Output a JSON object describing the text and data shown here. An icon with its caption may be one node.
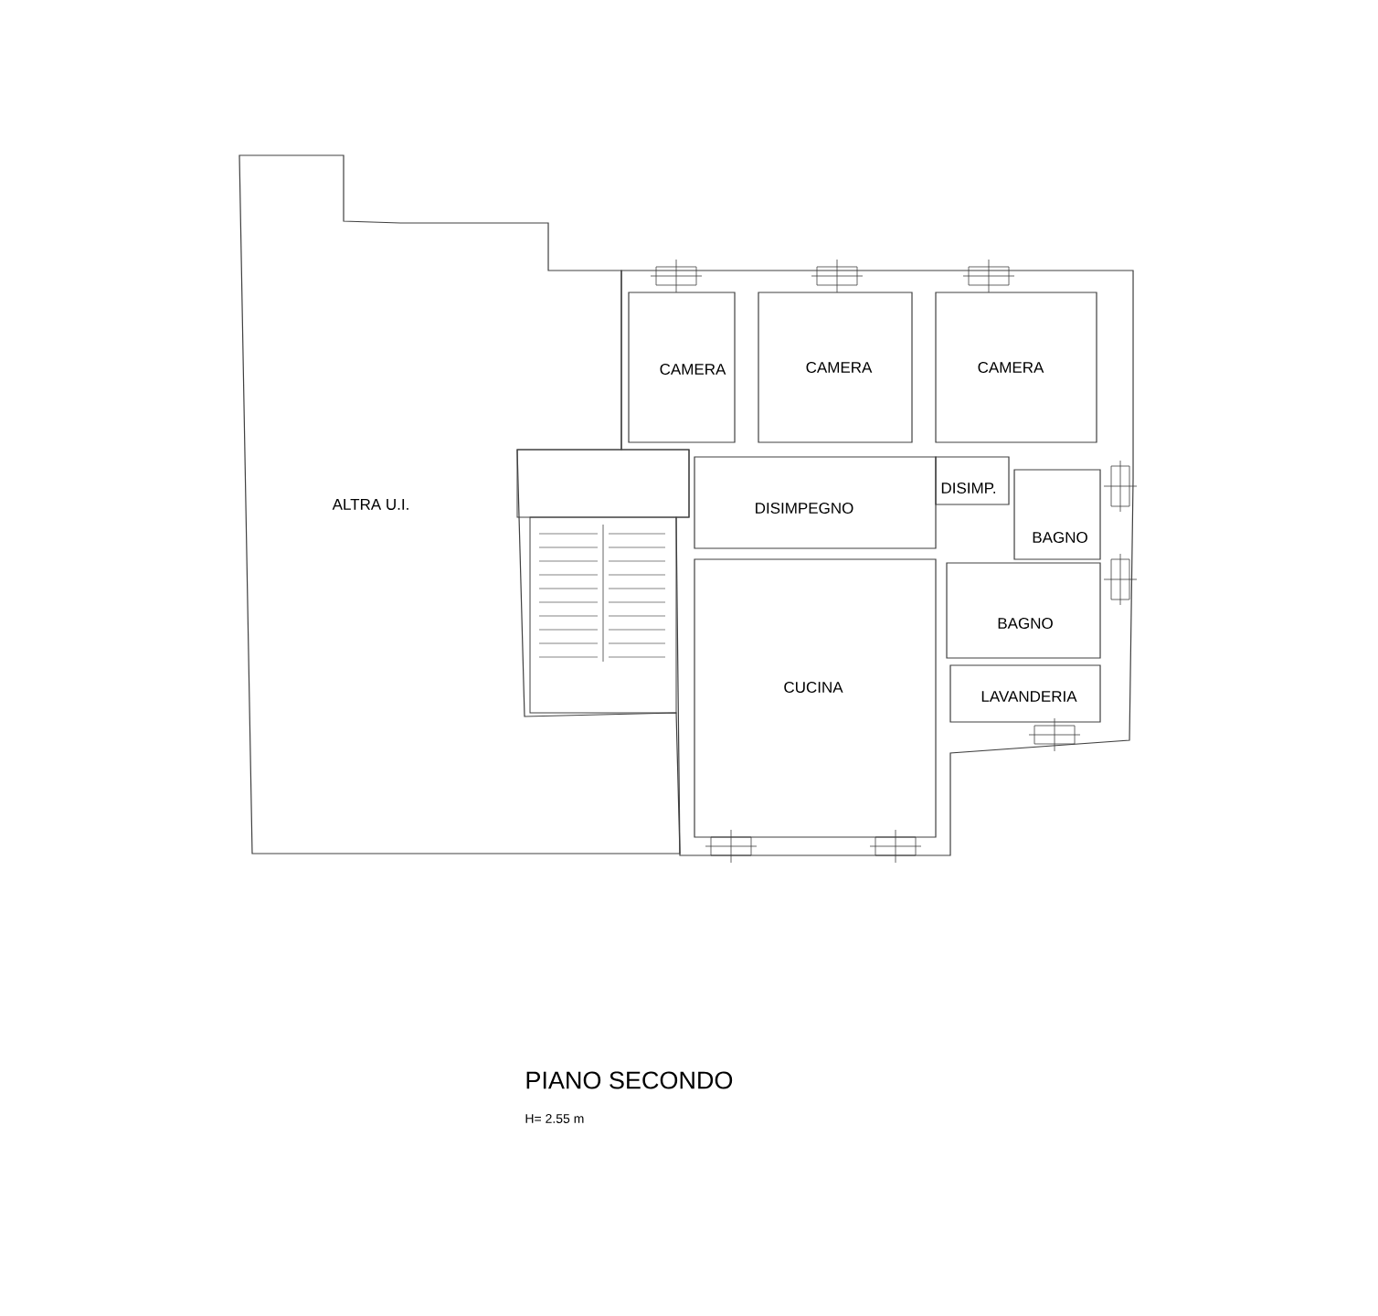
{
  "diagram": {
    "title": "PIANO SECONDO",
    "nodes": [
      {
        "text": [
          "ALTRA U.I."
        ]
      },
      {
        "text": [
          "CAMERA"
        ]
      },
      {
        "text": [
          "CAMERA"
        ]
      },
      {
        "text": [
          "CAMERA"
        ]
      },
      {
        "text": [
          "DISIMPEGNO"
        ]
      },
      {
        "text": [
          "DISIMP."
        ]
      },
      {
        "text": [
          "BAGNO"
        ]
      },
      {
        "text": [
          "BAGNO"
        ]
      },
      {
        "text": [
          "CUCINA"
        ]
      },
      {
        "text": [
          "LAVANDERIA"
        ]
      }
    ],
    "edges": [],
    "labels": [
      "H= 2.55 m"
    ]
  }
}
